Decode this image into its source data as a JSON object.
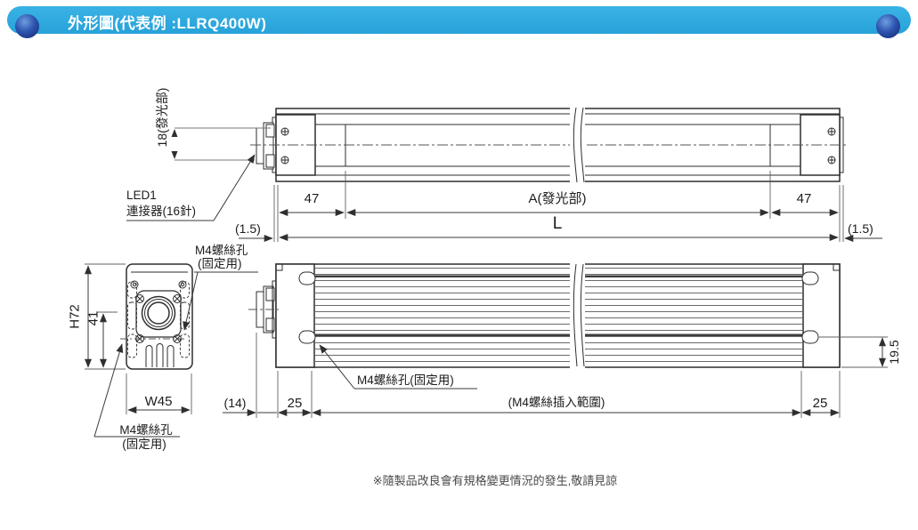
{
  "header": {
    "title": "外形圖(代表例 :LLRQ400W)"
  },
  "colors": {
    "header_bar": "#29A7DC",
    "header_sphere": "#1B3A8C",
    "line": "#2E2E2E"
  },
  "top_view": {
    "emit_label": "18(發光部)",
    "led1_line1": "LED1",
    "led1_line2": "連接器(16針)",
    "dim_47_left": "47",
    "dim_a": "A(發光部)",
    "dim_47_right": "47",
    "dim_l": "L",
    "dim_1_5_left": "(1.5)",
    "dim_1_5_right": "(1.5)"
  },
  "end_view": {
    "dim_h72": "H72",
    "dim_41": "41",
    "dim_w45": "W45",
    "m4_top_line1": "M4螺絲孔",
    "m4_top_line2": "(固定用)",
    "m4_bottom_line1": "M4螺絲孔",
    "m4_bottom_line2": "(固定用)"
  },
  "side_view": {
    "m4_label": "M4螺絲孔(固定用)",
    "dim_14": "(14)",
    "dim_25_left": "25",
    "dim_range": "(M4螺絲插入範圍)",
    "dim_25_right": "25",
    "dim_19_5": "19.5"
  },
  "footnote": "※隨製品改良會有規格變更情況的發生,敬請見諒"
}
